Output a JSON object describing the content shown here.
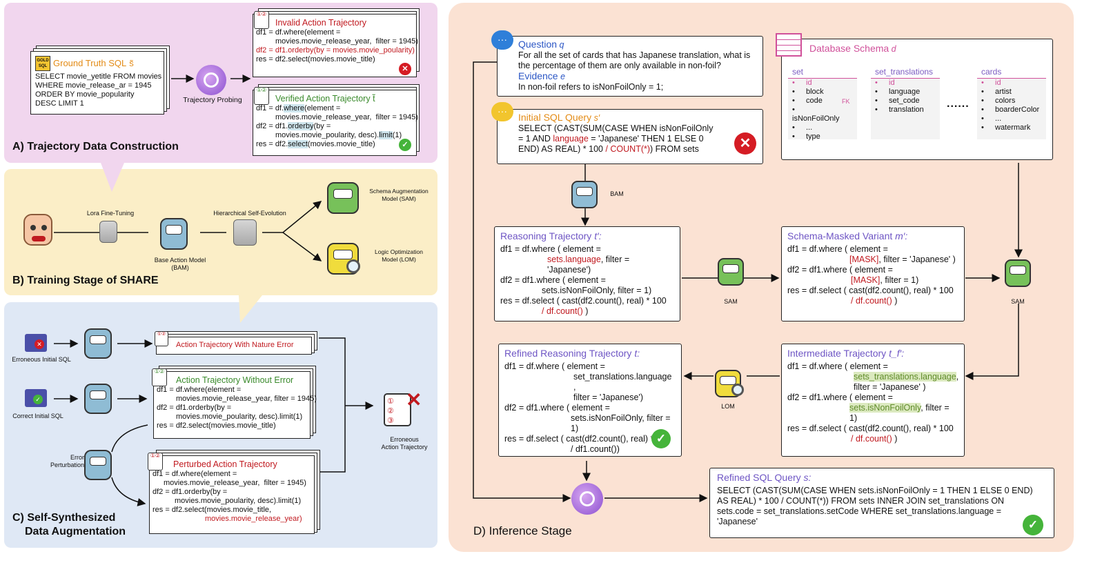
{
  "panelA": {
    "title": "A) Trajectory Data Construction",
    "gt": {
      "title": "Ground Truth SQL",
      "sym": "s̃",
      "badge": "GOLD SQL",
      "lines": [
        "SELECT movie_yetitle FROM movies",
        "WHERE movie_release_ar = 1945",
        "ORDER BY movie_popularity",
        "DESC LIMIT 1"
      ]
    },
    "probing": "Trajectory Probing",
    "invalid": {
      "title": "Invalid Action Trajectory",
      "l1": "df1 = df.where(element =",
      "l2": "movies.movie_release_year,  filter = 1945)",
      "l3": "df2 = df1.orderby(by = movies.movie_poularity)",
      "l4": "res = df2.select(movies.movie_title)"
    },
    "verified": {
      "title": "Verified Action Trajectory",
      "sym": "t̃",
      "l1a": "df1 = df.",
      "l1b": "where",
      "l1c": "(element =",
      "l2": "movies.movie_release_year,  filter = 1945)",
      "l3a": "df2 = df1.",
      "l3b": "orderby",
      "l3c": "(by =",
      "l4a": "movies.movie_poularity, desc).",
      "l4b": "limit",
      "l4c": "(1)",
      "l5a": "res = df2.",
      "l5b": "select",
      "l5c": "(movies.movie_title)"
    }
  },
  "panelB": {
    "title": "B) Training Stage of SHARE",
    "lora": "Lora Fine-Tuning",
    "bam": "Base Action Model\n(BAM)",
    "hse": "Hierarchical Self-Evolution",
    "sam": "Schema Augmentation\nModel (SAM)",
    "lom": "Logic Optimization\nModel (LOM)"
  },
  "panelC": {
    "title1": "C) Self-Synthesized",
    "title2": "Data Augmentation",
    "erroneous_initial": "Erroneous Initial SQL",
    "correct_initial": "Correct Initial SQL",
    "error_perturbation": "Error\nPerturbation",
    "nature_error": "Action Trajectory With Nature Error",
    "without_error": {
      "title": "Action Trajectory Without Error",
      "l1": "df1 = df.where(element =",
      "l2": "movies.movie_release_year, filter = 1945)",
      "l3": "df2 = df1.orderby(by =",
      "l4": "movies.movie_poularity, desc).limit(1)",
      "l5": "res = df2.select(movies.movie_title)"
    },
    "perturbed": {
      "title": "Perturbed Action Trajectory",
      "l1": "df1 = df.where(element =",
      "l2": "movies.movie_release_year,  filter = 1945)",
      "l3": "df2 = df1.orderby(by =",
      "l4": "movies.movie_poularity, desc).limit(1)",
      "l5": "res = df2.select(movies.movie_title,",
      "l6": "movies.movie_release_year)"
    },
    "erroneous_traj": "Erroneous\nAction Trajectory"
  },
  "panelD": {
    "title": "D) Inference Stage",
    "question": {
      "label": "Question",
      "sym": "q",
      "text": "For all the set of cards that has Japanese translation, what is the percentage of them are only available in non-foil?",
      "evidence_label": "Evidence",
      "evidence_sym": "e",
      "evidence": "In non-foil refers to isNonFoilOnly = 1;"
    },
    "initial": {
      "label": "Initial SQL Query",
      "sym": "s′",
      "l1": "SELECT (CAST(SUM(CASE WHEN isNonFoilOnly",
      "l2a": "= 1 AND ",
      "l2b": "language",
      "l2c": " = 'Japanese' THEN 1 ELSE 0",
      "l3a": "END) AS REAL) * 100 ",
      "l3b": "/ COUNT(*)",
      "l3c": ") FROM sets"
    },
    "schema": {
      "label": "Database Schema",
      "sym": "d",
      "fk": "FK",
      "ellipsis": "......",
      "tables": [
        {
          "name": "set",
          "cols": [
            "id",
            "block",
            "code",
            "isNonFoilOnly",
            "...",
            "type"
          ]
        },
        {
          "name": "set_translations",
          "cols": [
            "id",
            "language",
            "set_code",
            "translation"
          ]
        },
        {
          "name": "cards",
          "cols": [
            "id",
            "artist",
            "colors",
            "boarderColor",
            "...",
            "watermark"
          ]
        }
      ]
    },
    "bam_label": "BAM",
    "sam_label": "SAM",
    "sam2_label": "SAM",
    "lom_label": "LOM",
    "reasoning": {
      "label": "Reasoning Trajectory",
      "sym": "t′:",
      "l1": "df1 = df.where  ( element =",
      "l2": "sets.language",
      "l2b": ", filter = 'Japanese')",
      "l3": "df2 = df1.where ( element =",
      "l4": "sets.isNonFoilOnly, filter = 1)",
      "l5": "res = df.select  ( cast(df2.count(), real) * 100",
      "l6": "/ df.count()",
      "l6b": " )"
    },
    "masked": {
      "label": "Schema-Masked Variant",
      "sym": "m′:",
      "l1": "df1 = df.where  ( element =",
      "l2": "[MASK]",
      "l2b": ",  filter = 'Japanese' )",
      "l3": "df2 = df1.where ( element =",
      "l4": "[MASK]",
      "l4b": ", filter = 1)",
      "l5": "res = df.select  ( cast(df2.count(), real) * 100",
      "l6": "/ df.count()",
      "l6b": " )"
    },
    "refined_traj": {
      "label": "Refined Reasoning Trajectory",
      "sym": "t:",
      "l1": "df1 = df.where  (  element =",
      "l2": "set_translations.language ,",
      "l3": "filter = 'Japanese')",
      "l4": "df2 = df1.where ( element =",
      "l5": "sets.isNonFoilOnly, filter = 1)",
      "l6": "res = df.select  (  cast(df2.count(), real) * 100",
      "l7": "/ df1.count())"
    },
    "intermediate": {
      "label": "Intermediate Trajectory",
      "sym": "t_f′:",
      "l1": "df1 = df.where  ( element =",
      "l2": "sets_translations.language",
      "l2b": ",",
      "l3": "filter = 'Japanese' )",
      "l4": "df2 = df1.where ( element =",
      "l5": "sets.isNonFoilOnly",
      "l5b": ", filter = 1)",
      "l6": "res = df.select  ( cast(df2.count(), real) * 100",
      "l7": "/ df.count()",
      "l7b": " )"
    },
    "refined_sql": {
      "label": "Refined SQL Query",
      "sym": "s:",
      "text": "SELECT (CAST(SUM(CASE WHEN sets.isNonFoilOnly = 1 THEN 1 ELSE 0 END) AS REAL) * 100 / COUNT(*)) FROM sets INNER JOIN set_translations ON sets.code = set_translations.setCode WHERE set_translations.language = 'Japanese'"
    }
  },
  "colors": {
    "panelA": "#f1d6ee",
    "panelB": "#fbeec7",
    "panelC": "#dfe8f5",
    "panelD": "#fbe2d3",
    "red": "#c0191f",
    "green": "#3a8a2c",
    "purple": "#6e55c4",
    "orange": "#e38b16"
  }
}
